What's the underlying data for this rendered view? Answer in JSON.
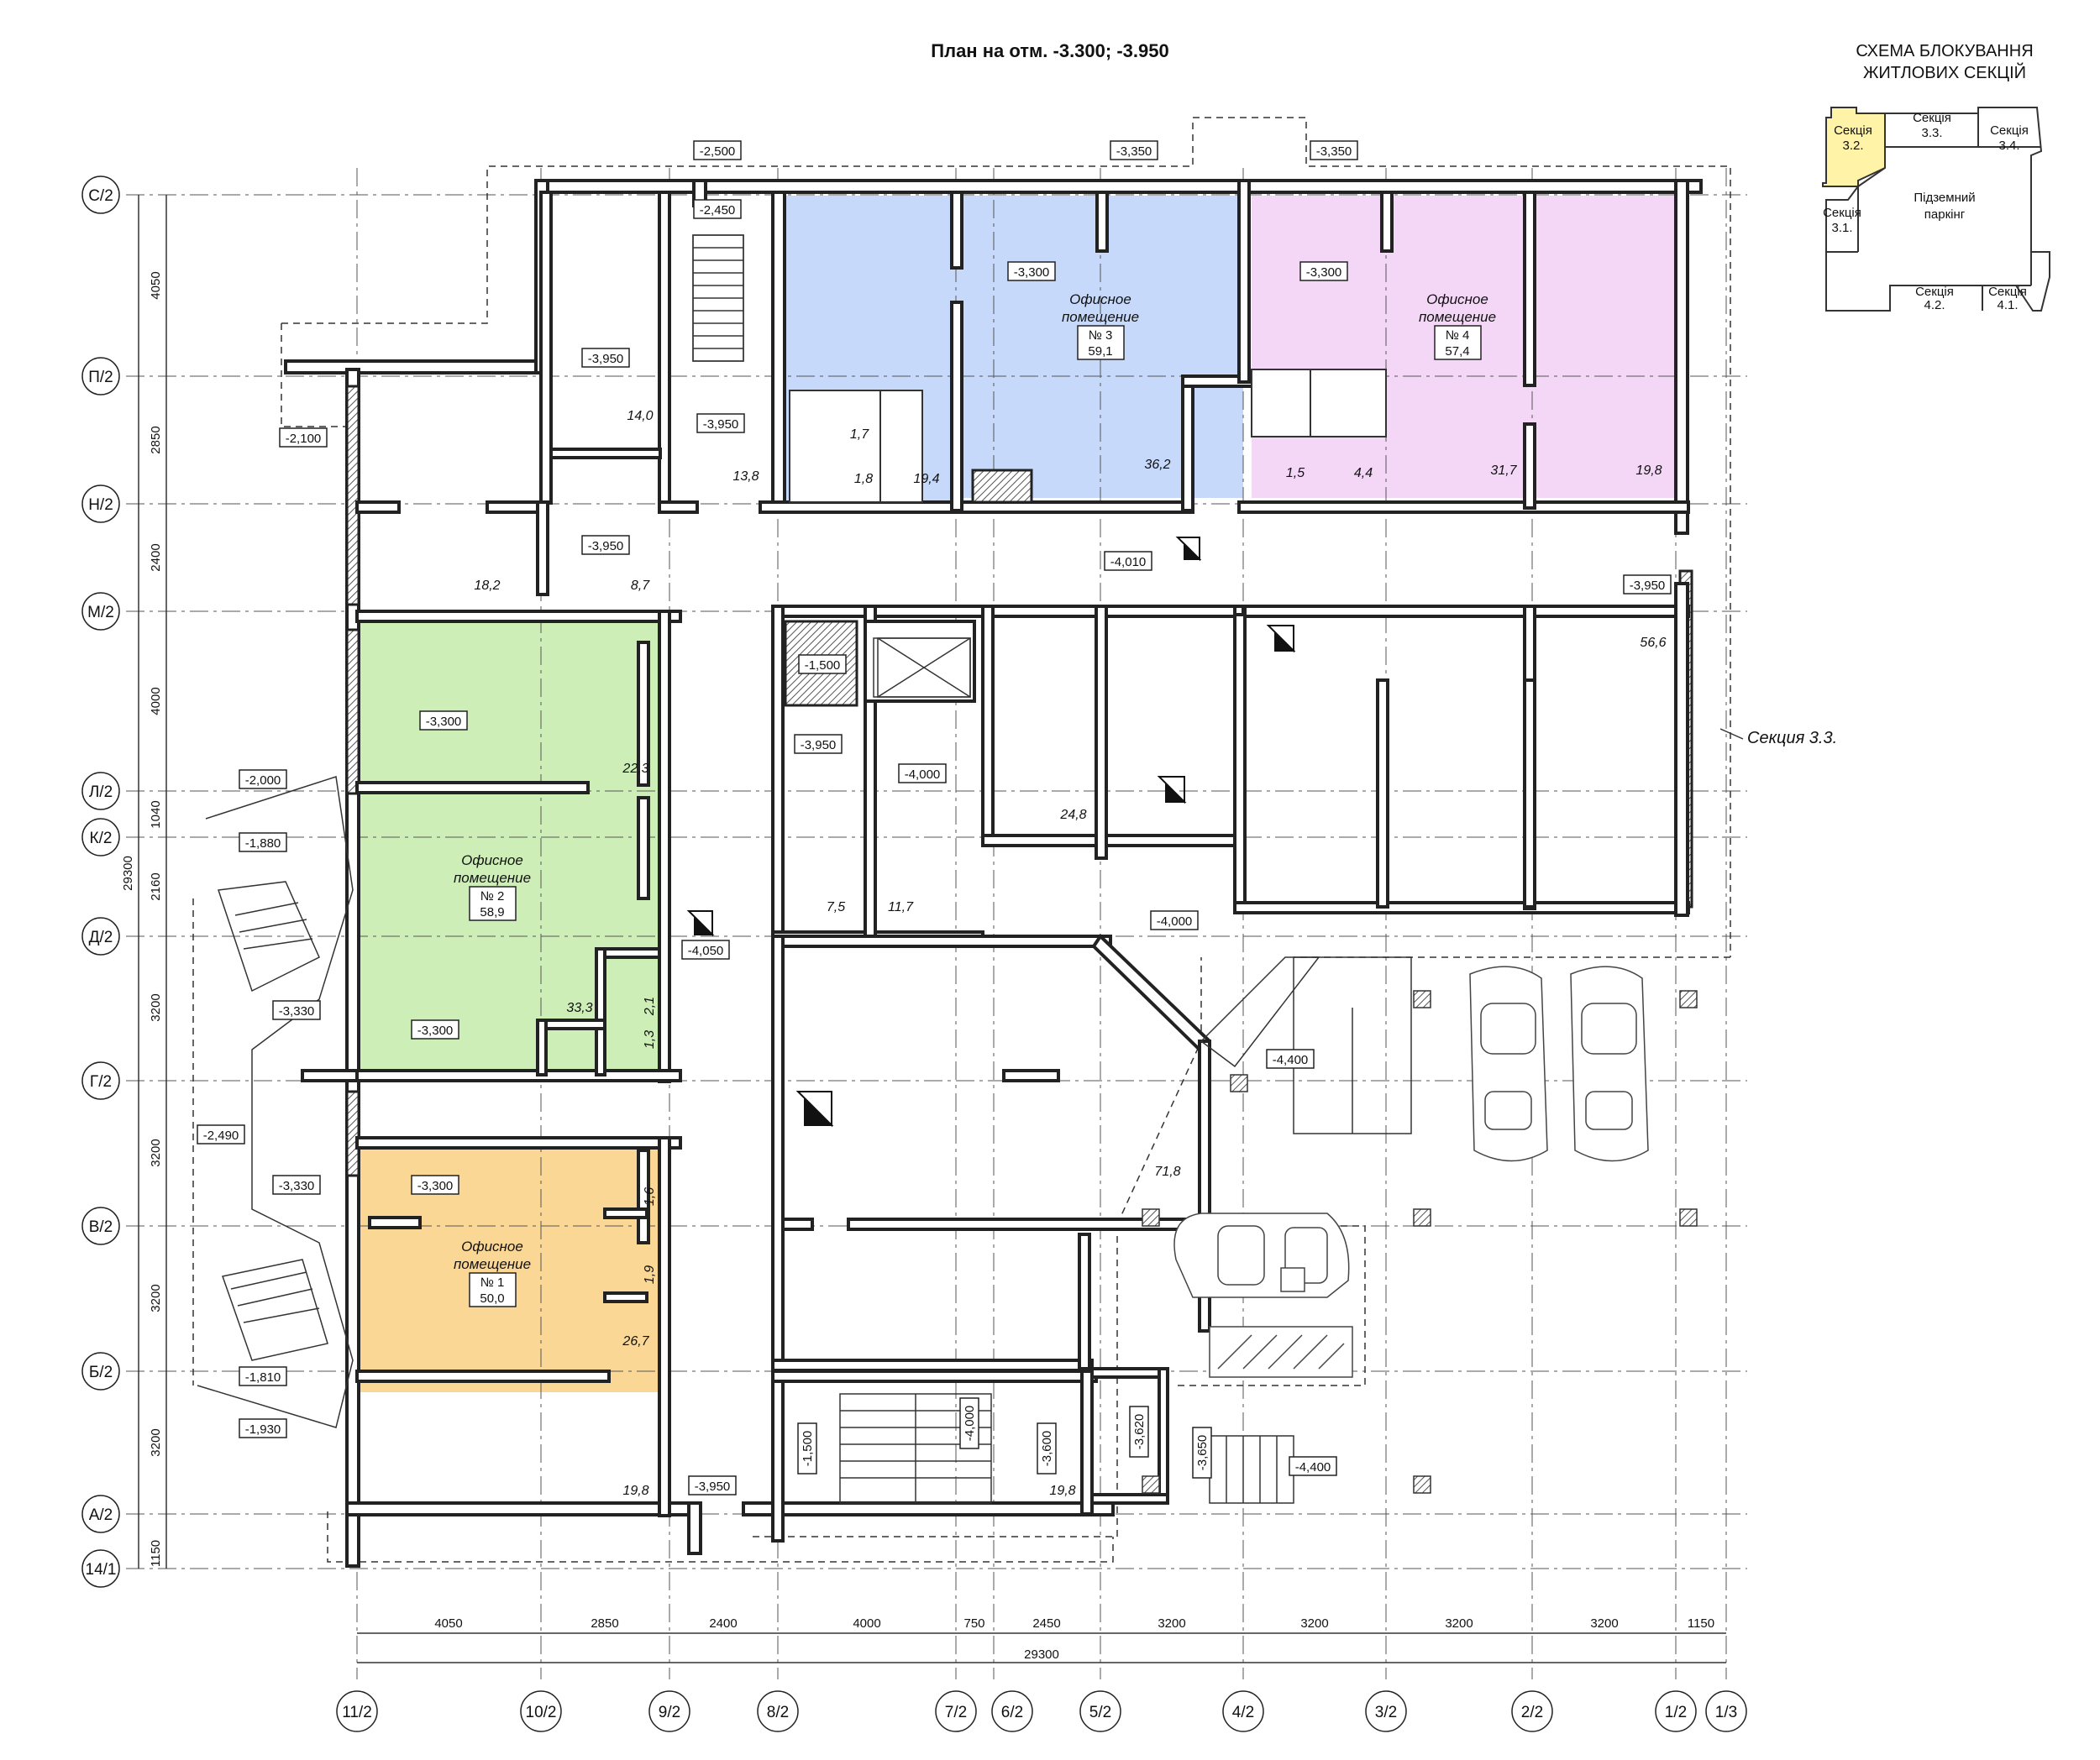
{
  "title": "План на отм. -3.300; -3.950",
  "schema": {
    "title_line1": "СХЕМА БЛОКУВАННЯ",
    "title_line2": "ЖИТЛОВИХ СЕКЦІЙ",
    "blocks": {
      "s32": {
        "line1": "Секція",
        "line2": "3.2."
      },
      "s33": {
        "line1": "Секція",
        "line2": "3.3."
      },
      "s34": {
        "line1": "Секція",
        "line2": "3.4."
      },
      "s31": {
        "line1": "Секція",
        "line2": "3.1."
      },
      "s42": {
        "line1": "Секція",
        "line2": "4.2."
      },
      "s41": {
        "line1": "Секція",
        "line2": "4.1."
      },
      "parking": {
        "line1": "Підземний",
        "line2": "паркінг"
      }
    },
    "highlight_color": "#fff3a8"
  },
  "colors": {
    "blue": "#c7d9fb",
    "pink": "#f4d7f7",
    "green": "#cdefb7",
    "orange": "#fbd796"
  },
  "rows": [
    "С/2",
    "П/2",
    "Н/2",
    "М/2",
    "Л/2",
    "К/2",
    "Д/2",
    "Г/2",
    "В/2",
    "Б/2",
    "А/2",
    "14/1"
  ],
  "row_dims": [
    "4050",
    "2850",
    "2400",
    "4000",
    "1040",
    "2160",
    "3200",
    "3200",
    "3200",
    "3200",
    "1150"
  ],
  "total_vertical": "29300",
  "cols": [
    "11/2",
    "10/2",
    "9/2",
    "8/2",
    "7/2",
    "6/2",
    "5/2",
    "4/2",
    "3/2",
    "2/2",
    "1/2",
    "1/3"
  ],
  "col_dims": [
    "4050",
    "2850",
    "2400",
    "4000",
    "750",
    "2450",
    "3200",
    "3200",
    "3200",
    "3200",
    "1150"
  ],
  "total_horizontal": "29300",
  "offices": {
    "o1": {
      "name1": "Офисное",
      "name2": "помещение",
      "num": "№ 1",
      "area": "50,0"
    },
    "o2": {
      "name1": "Офисное",
      "name2": "помещение",
      "num": "№ 2",
      "area": "58,9"
    },
    "o3": {
      "name1": "Офисное",
      "name2": "помещение",
      "num": "№ 3",
      "area": "59,1"
    },
    "o4": {
      "name1": "Офисное",
      "name2": "помещение",
      "num": "№ 4",
      "area": "57,4"
    }
  },
  "section_label": "Секция 3.3.",
  "levels": {
    "l2500": "-2,500",
    "l3350a": "-3,350",
    "l3350b": "-3,350",
    "l2450": "-2,450",
    "l3950a": "-3,950",
    "l3950b": "-3,950",
    "l3950c": "-3,950",
    "l3950d": "-3,950",
    "l3950e": "-3,950",
    "l3950f": "-3,950",
    "l3300a": "-3,300",
    "l3300b": "-3,300",
    "l3300c": "-3,300",
    "l3300d": "-3,300",
    "l3300e": "-3,300",
    "l2100": "-2,100",
    "l4010": "-4,010",
    "l1500a": "-1,500",
    "l1500b": "-1,500",
    "l4000a": "-4,000",
    "l4000b": "-4,000",
    "l4000c": "-4,000",
    "l2000": "-2,000",
    "l1880": "-1,880",
    "l4050": "-4,050",
    "l3330a": "-3,330",
    "l3330b": "-3,330",
    "l2490": "-2,490",
    "l4400a": "-4,400",
    "l4400b": "-4,400",
    "l1810": "-1,810",
    "l1930": "-1,930",
    "l3600": "-3,600",
    "l3620": "-3,620",
    "l3650": "-3,650"
  },
  "areas": {
    "a14_0": "14,0",
    "a13_8": "13,8",
    "a18_2": "18,2",
    "a8_7": "8,7",
    "a1_7": "1,7",
    "a1_8": "1,8",
    "a19_4": "19,4",
    "a36_2": "36,2",
    "a1_5": "1,5",
    "a4_4": "4,4",
    "a31_7": "31,7",
    "a19_8a": "19,8",
    "a56_6": "56,6",
    "a22_3": "22,3",
    "a24_8": "24,8",
    "a7_5": "7,5",
    "a11_7": "11,7",
    "a33_3": "33,3",
    "a2_1": "2,1",
    "a1_3": "1,3",
    "a71_8": "71,8",
    "a1_6": "1,6",
    "a1_9": "1,9",
    "a26_7": "26,7",
    "a19_8b": "19,8",
    "a19_8c": "19,8"
  }
}
